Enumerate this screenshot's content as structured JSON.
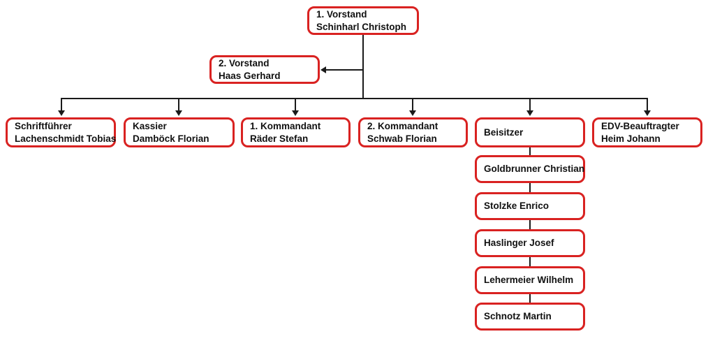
{
  "chart": {
    "type": "org-chart",
    "colors": {
      "box_border": "#d92221",
      "box_fill": "#ffffff",
      "text": "#111111",
      "connector": "#1a1a1a",
      "background": "#ffffff"
    },
    "nodes": {
      "vorstand1": {
        "title": "1. Vorstand",
        "name": "Schinharl Christoph"
      },
      "vorstand2": {
        "title": "2. Vorstand",
        "name": "Haas Gerhard"
      },
      "schriftfuehrer": {
        "title": "Schriftführer",
        "name": "Lachenschmidt Tobias"
      },
      "kassier": {
        "title": "Kassier",
        "name": "Damböck Florian"
      },
      "kommandant1": {
        "title": "1. Kommandant",
        "name": "Räder Stefan"
      },
      "kommandant2": {
        "title": "2. Kommandant",
        "name": "Schwab Florian"
      },
      "beisitzer": {
        "title": "Beisitzer"
      },
      "edv": {
        "title": "EDV-Beauftragter",
        "name": "Heim Johann"
      }
    },
    "beisitzer_members": [
      "Goldbrunner Christian",
      "Stolzke Enrico",
      "Haslinger Josef",
      "Lehermeier Wilhelm",
      "Schnotz Martin"
    ]
  }
}
